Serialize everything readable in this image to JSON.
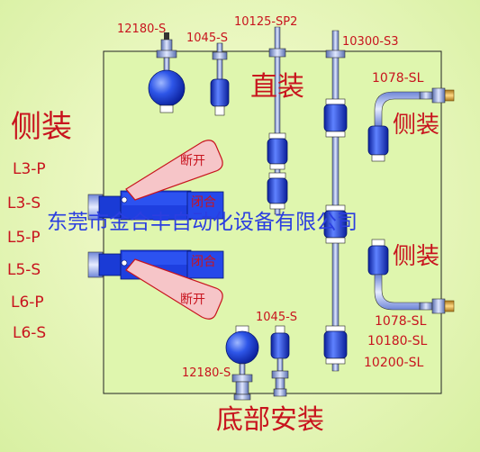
{
  "parts": {
    "top_12180": "12180-S",
    "top_1045": "1045-S",
    "top_10125": "10125-SP2",
    "top_10300": "10300-S3",
    "right_1078_top": "1078-SL",
    "right_1078_bottom": "1078-SL",
    "right_10180": "10180-SL",
    "right_10200": "10200-SL",
    "bottom_1045": "1045-S",
    "bottom_12180": "12180-S"
  },
  "mount": {
    "vertical": "直装",
    "side_left": "侧装",
    "side_right_top": "侧装",
    "side_right_bottom": "侧装",
    "bottom": "底部安装"
  },
  "models": [
    "L3-P",
    "L3-S",
    "L5-P",
    "L5-S",
    "L6-P",
    "L6-S"
  ],
  "switch_states": {
    "open_top": "断开",
    "closed_top": "闭合",
    "closed_bottom": "闭合",
    "open_bottom": "断开"
  },
  "watermark": "东莞市金合丰自动化设备有限公司",
  "colors": {
    "label_red": "#c8141e",
    "float_blue": "#1a3bd6",
    "tank_fill": "#d8f3a4",
    "watermark_blue": "#2b3ee0"
  }
}
